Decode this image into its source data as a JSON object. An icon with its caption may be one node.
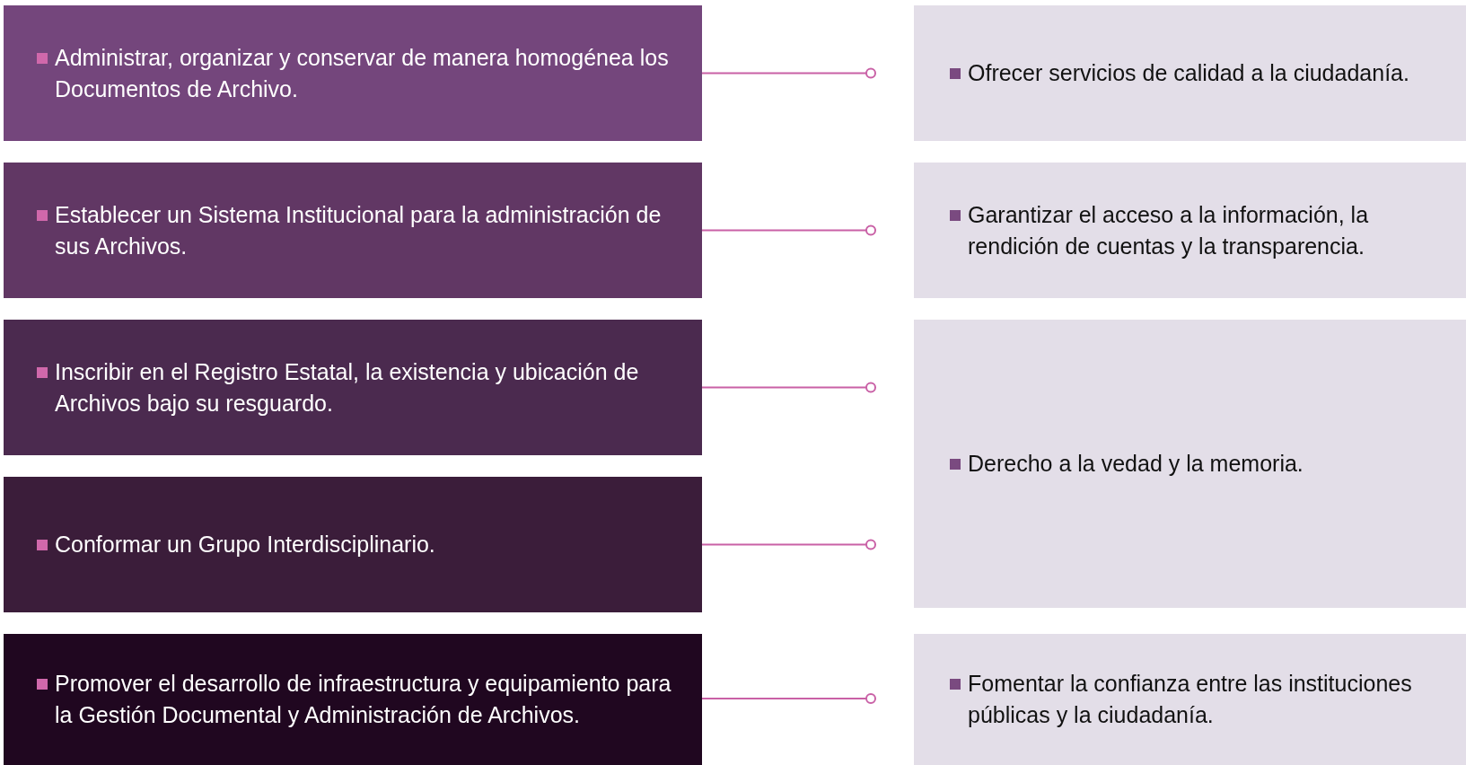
{
  "diagram": {
    "nodes": [
      {
        "text": [
          "Administrar, organizar y conservar de manera homogénea los Documentos de Archivo."
        ]
      },
      {
        "text": [
          "Establecer un Sistema Institucional para la administración de sus Archivos."
        ]
      },
      {
        "text": [
          "Inscribir en el Registro Estatal, la existencia y ubicación de Archivos bajo su resguardo."
        ]
      },
      {
        "text": [
          "Conformar un Grupo Interdisciplinario."
        ]
      },
      {
        "text": [
          "Promover el desarrollo de infraestructura y equipamiento para la Gestión Documental y Administración de Archivos."
        ]
      },
      {
        "text": [
          "Ofrecer servicios de calidad a la ciudadanía."
        ]
      },
      {
        "text": [
          "Garantizar el acceso a la información, la rendición de cuentas y la transparencia."
        ]
      },
      {
        "text": [
          "Derecho a la vedad y la memoria."
        ]
      },
      {
        "text": [
          "Fomentar la confianza entre las instituciones públicas y la ciudadanía."
        ]
      }
    ],
    "edges": [
      {
        "from": 0,
        "to": null,
        "arrow": "other"
      },
      {
        "from": 1,
        "to": null,
        "arrow": "other"
      },
      {
        "from": 2,
        "to": null,
        "arrow": "other"
      },
      {
        "from": 3,
        "to": null,
        "arrow": "other"
      },
      {
        "from": 4,
        "to": null,
        "arrow": "other"
      }
    ]
  }
}
